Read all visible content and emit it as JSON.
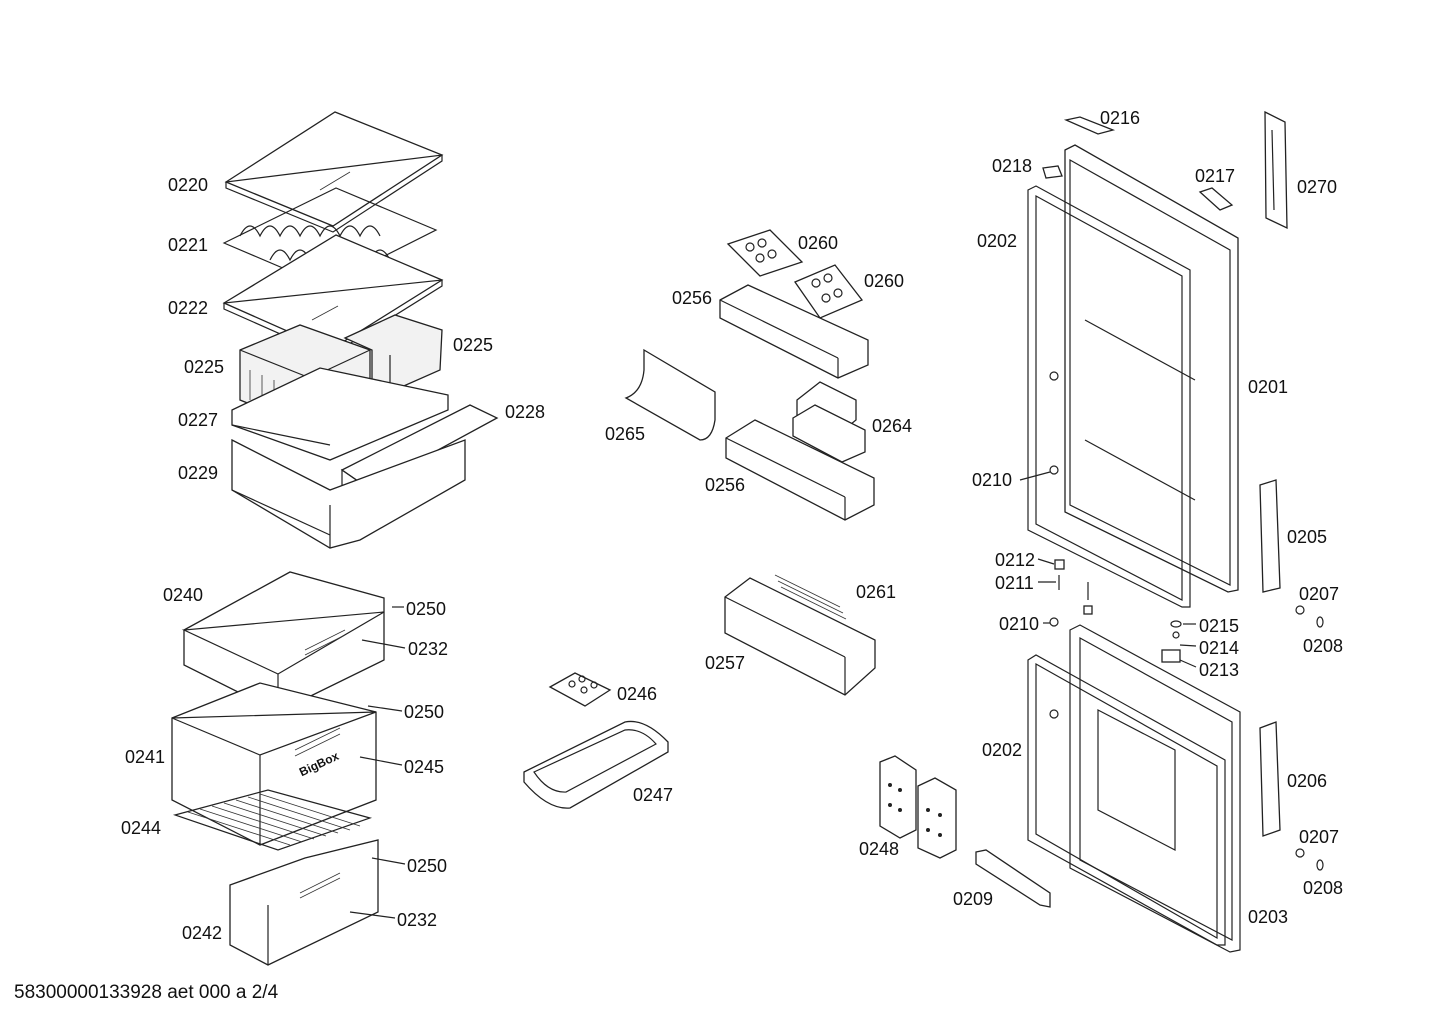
{
  "parts": {
    "p0220": "0220",
    "p0221": "0221",
    "p0222": "0222",
    "p0225a": "0225",
    "p0225b": "0225",
    "p0227": "0227",
    "p0228": "0228",
    "p0229": "0229",
    "p0240": "0240",
    "p0250a": "0250",
    "p0232a": "0232",
    "p0241": "0241",
    "p0250b": "0250",
    "p0245": "0245",
    "p0244": "0244",
    "p0250c": "0250",
    "p0232b": "0232",
    "p0242": "0242",
    "p0260a": "0260",
    "p0260b": "0260",
    "p0256a": "0256",
    "p0265": "0265",
    "p0264": "0264",
    "p0256b": "0256",
    "p0261": "0261",
    "p0257": "0257",
    "p0246": "0246",
    "p0247": "0247",
    "p0248": "0248",
    "p0209": "0209",
    "p0216": "0216",
    "p0218": "0218",
    "p0217": "0217",
    "p0270": "0270",
    "p0202a": "0202",
    "p0201": "0201",
    "p0210a": "0210",
    "p0212": "0212",
    "p0211": "0211",
    "p0210b": "0210",
    "p0215": "0215",
    "p0214": "0214",
    "p0213": "0213",
    "p0205": "0205",
    "p0207a": "0207",
    "p0208a": "0208",
    "p0202b": "0202",
    "p0206": "0206",
    "p0207b": "0207",
    "p0208b": "0208",
    "p0203": "0203"
  },
  "drawer_logo": "BigBox",
  "footer": "58300000133928 aet 000 a 2/4"
}
